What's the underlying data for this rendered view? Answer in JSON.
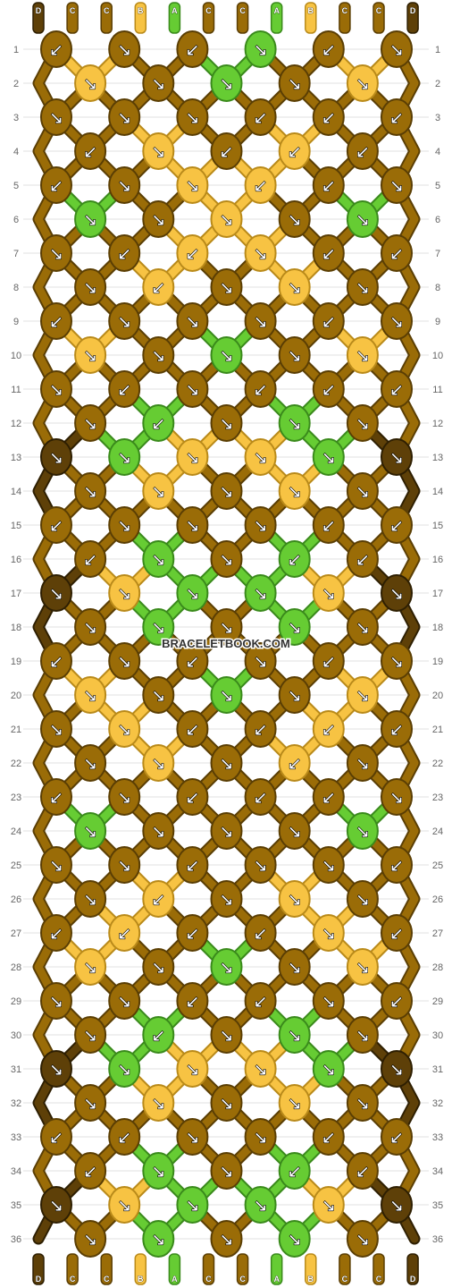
{
  "colors": {
    "A": "#66cc33",
    "B": "#f7c343",
    "C": "#9a6c07",
    "D": "#5e4008"
  },
  "strands_top": [
    "D",
    "C",
    "C",
    "B",
    "A",
    "C",
    "C",
    "A",
    "B",
    "C",
    "C",
    "D"
  ],
  "strands_bottom": [
    "D",
    "C",
    "C",
    "B",
    "A",
    "C",
    "C",
    "A",
    "B",
    "C",
    "C",
    "D"
  ],
  "rows": [
    "1",
    "2",
    "3",
    "4",
    "5",
    "6",
    "7",
    "8",
    "9",
    "10",
    "11",
    "12",
    "13",
    "14",
    "15",
    "16",
    "17",
    "18",
    "19",
    "20",
    "21",
    "22",
    "23",
    "24",
    "25",
    "26",
    "27",
    "28",
    "29",
    "30",
    "31",
    "32",
    "33",
    "34",
    "35",
    "36"
  ],
  "watermark": "BRACELETBOOK.COM",
  "knots": [
    [
      "C↙",
      "C↘",
      "C↙",
      "A↘",
      "C↙",
      "C↘"
    ],
    [
      "B↘",
      "C↘",
      "A↘",
      "C↘",
      "B↘"
    ],
    [
      "C↘",
      "C↘",
      "C↘",
      "C↙",
      "C↙",
      "C↙"
    ],
    [
      "C↙",
      "B↘",
      "C↙",
      "B↙",
      "C↙"
    ],
    [
      "C↙",
      "C↘",
      "B↘",
      "B↙",
      "C↙",
      "C↘"
    ],
    [
      "A↘",
      "C↘",
      "B↘",
      "C↘",
      "A↘"
    ],
    [
      "C↘",
      "C↙",
      "B↙",
      "B↘",
      "C↙",
      "C↙"
    ],
    [
      "C↘",
      "B↙",
      "C↘",
      "B↘",
      "C↘"
    ],
    [
      "C↙",
      "C↘",
      "C↘",
      "C↘",
      "C↙",
      "C↘"
    ],
    [
      "B↘",
      "C↘",
      "A↘",
      "C↘",
      "B↘"
    ],
    [
      "C↘",
      "C↙",
      "C↘",
      "C↙",
      "C↙",
      "C↙"
    ],
    [
      "C↘",
      "A↙",
      "C↘",
      "A↘",
      "C↘"
    ],
    [
      "D↘",
      "A↘",
      "B↘",
      "B↘",
      "A↘",
      "D↘"
    ],
    [
      "C↘",
      "B↘",
      "C↘",
      "B↘",
      "C↘"
    ],
    [
      "C↙",
      "C↘",
      "C↘",
      "C↘",
      "C↙",
      "C↙"
    ],
    [
      "C↙",
      "A↘",
      "C↘",
      "A↙",
      "C↙"
    ],
    [
      "D↘",
      "B↘",
      "A↘",
      "A↘",
      "B↘",
      "D↘"
    ],
    [
      "C↘",
      "A↘",
      "C↘",
      "A↘",
      "C↘"
    ],
    [
      "C↙",
      "C↘",
      "C↙",
      "C↘",
      "C↙",
      "C↘"
    ],
    [
      "B↘",
      "C↘",
      "A↘",
      "C↘",
      "B↘"
    ],
    [
      "C↘",
      "B↘",
      "C↙",
      "C↙",
      "B↙",
      "C↙"
    ],
    [
      "C↘",
      "B↘",
      "C↘",
      "B↙",
      "C↘"
    ],
    [
      "C↙",
      "C↘",
      "C↙",
      "C↙",
      "C↙",
      "C↘"
    ],
    [
      "A↘",
      "C↘",
      "C↘",
      "C↘",
      "A↘"
    ],
    [
      "C↘",
      "C↘",
      "C↙",
      "C↘",
      "C↘",
      "C↙"
    ],
    [
      "C↘",
      "B↙",
      "C↘",
      "B↘",
      "C↘"
    ],
    [
      "C↙",
      "B↙",
      "C↙",
      "C↙",
      "B↘",
      "C↙"
    ],
    [
      "B↘",
      "C↘",
      "A↘",
      "C↘",
      "B↘"
    ],
    [
      "C↘",
      "C↘",
      "C↙",
      "C↙",
      "C↘",
      "C↙"
    ],
    [
      "C↘",
      "A↙",
      "C↘",
      "A↘",
      "C↘"
    ],
    [
      "D↘",
      "A↘",
      "B↘",
      "B↘",
      "A↘",
      "D↘"
    ],
    [
      "C↘",
      "B↘",
      "C↘",
      "B↘",
      "C↘"
    ],
    [
      "C↙",
      "C↙",
      "C↘",
      "C↘",
      "C↙",
      "C↙"
    ],
    [
      "C↙",
      "A↘",
      "C↘",
      "A↙",
      "C↙"
    ],
    [
      "D↘",
      "B↘",
      "A↘",
      "A↘",
      "B↘",
      "D↘"
    ],
    [
      "C↘",
      "A↘",
      "C↘",
      "A↘",
      "C↘"
    ]
  ]
}
